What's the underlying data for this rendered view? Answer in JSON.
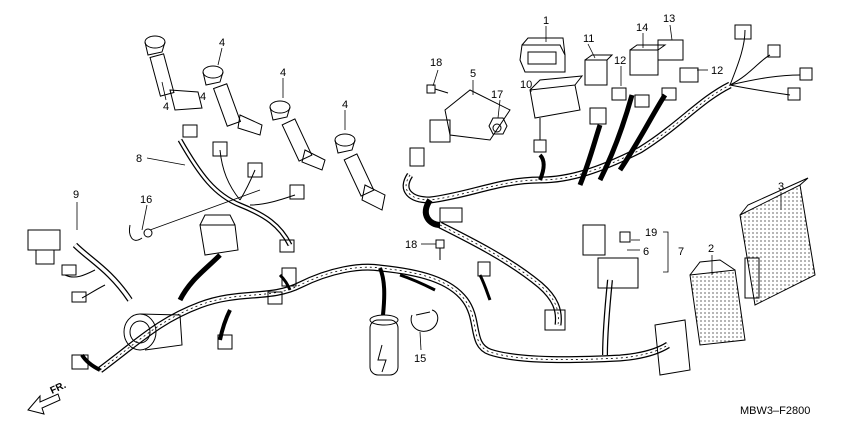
{
  "diagram": {
    "callouts": [
      {
        "id": "c1",
        "text": "1"
      },
      {
        "id": "c2",
        "text": "2"
      },
      {
        "id": "c3",
        "text": "3"
      },
      {
        "id": "c4a",
        "text": "4"
      },
      {
        "id": "c4b",
        "text": "4"
      },
      {
        "id": "c4c",
        "text": "4"
      },
      {
        "id": "c4d",
        "text": "4"
      },
      {
        "id": "c4e",
        "text": "4"
      },
      {
        "id": "c5",
        "text": "5"
      },
      {
        "id": "c6",
        "text": "6"
      },
      {
        "id": "c7",
        "text": "7"
      },
      {
        "id": "c8",
        "text": "8"
      },
      {
        "id": "c9",
        "text": "9"
      },
      {
        "id": "c10",
        "text": "10"
      },
      {
        "id": "c11",
        "text": "11"
      },
      {
        "id": "c12a",
        "text": "12"
      },
      {
        "id": "c12b",
        "text": "12"
      },
      {
        "id": "c13",
        "text": "13"
      },
      {
        "id": "c14",
        "text": "14"
      },
      {
        "id": "c15",
        "text": "15"
      },
      {
        "id": "c16",
        "text": "16"
      },
      {
        "id": "c17",
        "text": "17"
      },
      {
        "id": "c18a",
        "text": "18"
      },
      {
        "id": "c18b",
        "text": "18"
      },
      {
        "id": "c19",
        "text": "19"
      }
    ],
    "front_indicator": "FR.",
    "drawing_code": "MBW3–F2800"
  }
}
